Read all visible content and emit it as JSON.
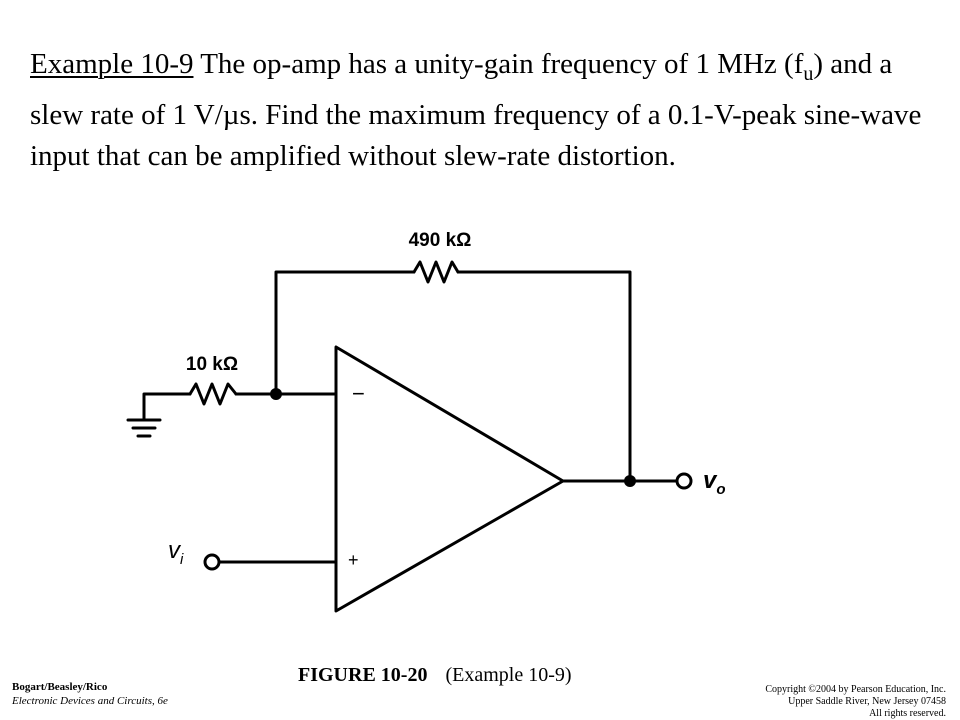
{
  "problem": {
    "example_label": "Example 10-9",
    "text_before_sub": "The op-amp has a unity-gain frequency of 1 MHz (f",
    "subscript": "u",
    "text_after_sub": ") and a slew rate of 1 V/µs. Find the maximum frequency of a 0.1-V-peak sine-wave input that can be amplified without slew-rate distortion."
  },
  "circuit": {
    "feedback_resistor_label": "490 kΩ",
    "input_resistor_label": "10 kΩ",
    "inverting_symbol": "−",
    "noninverting_symbol": "+",
    "input_label_main": "v",
    "input_label_sub": "i",
    "output_label_main": "v",
    "output_label_sub": "o"
  },
  "caption": {
    "figure_number": "FIGURE 10-20",
    "reference": "(Example 10-9)"
  },
  "footer": {
    "authors": "Bogart/Beasley/Rico",
    "book": "Electronic Devices and Circuits, 6e",
    "copyright_1": "Copyright ©2004 by Pearson Education, Inc.",
    "copyright_2": "Upper Saddle River, New Jersey 07458",
    "copyright_3": "All rights reserved."
  }
}
